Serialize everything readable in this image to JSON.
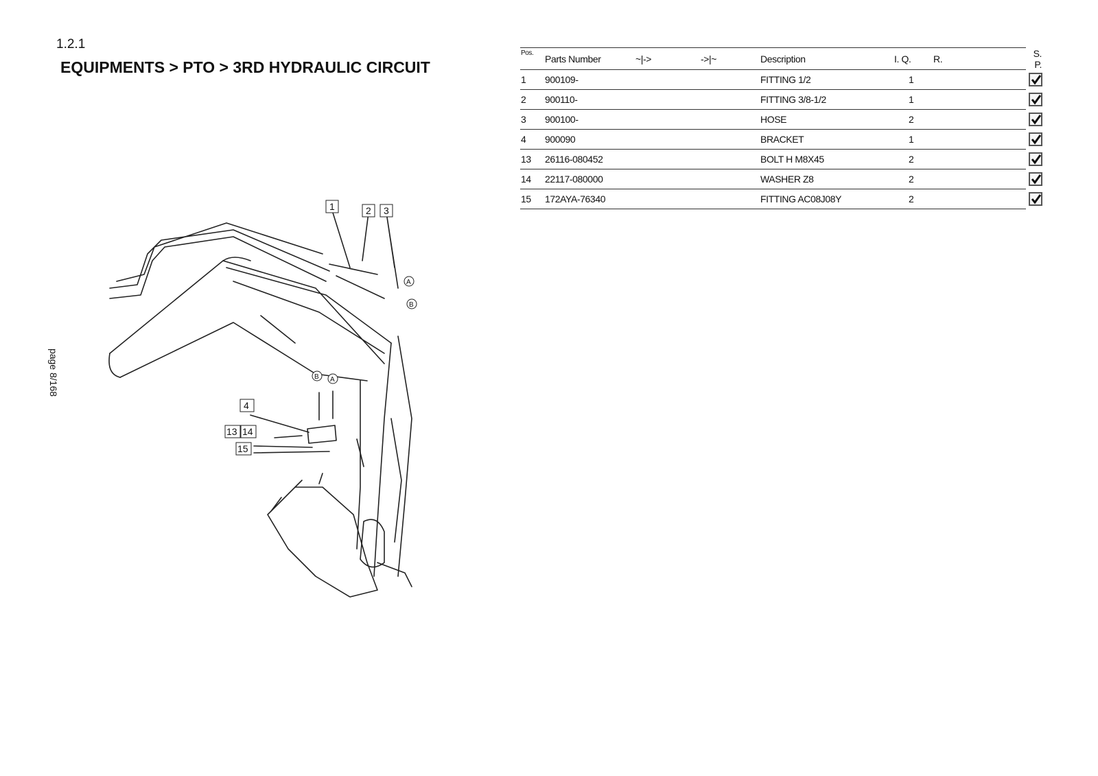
{
  "header": {
    "section_number": "1.2.1",
    "title": "EQUIPMENTS > PTO > 3RD HYDRAULIC CIRCUIT",
    "page_label": "page 8/168"
  },
  "diagram": {
    "callouts": [
      "1",
      "2",
      "3",
      "4",
      "13",
      "14",
      "15"
    ],
    "port_labels": [
      "A",
      "B"
    ]
  },
  "parts_table": {
    "columns": [
      "Pos.",
      "Parts Number",
      "~|->",
      "->|~",
      "Description",
      "I. Q.",
      "R.",
      "S.  P."
    ],
    "rows": [
      {
        "pos": "1",
        "part": "900109-",
        "description": "FITTING 1/2",
        "qty": "1",
        "checked": true
      },
      {
        "pos": "2",
        "part": "900110-",
        "description": "FITTING 3/8-1/2",
        "qty": "1",
        "checked": true
      },
      {
        "pos": "3",
        "part": "900100-",
        "description": "HOSE",
        "qty": "2",
        "checked": true
      },
      {
        "pos": "4",
        "part": "900090",
        "description": "BRACKET",
        "qty": "1",
        "checked": true
      },
      {
        "pos": "13",
        "part": "26116-080452",
        "description": "BOLT H M8X45",
        "qty": "2",
        "checked": true
      },
      {
        "pos": "14",
        "part": "22117-080000",
        "description": "WASHER Z8",
        "qty": "2",
        "checked": true
      },
      {
        "pos": "15",
        "part": "172AYA-76340",
        "description": "FITTING AC08J08Y",
        "qty": "2",
        "checked": true
      }
    ]
  }
}
